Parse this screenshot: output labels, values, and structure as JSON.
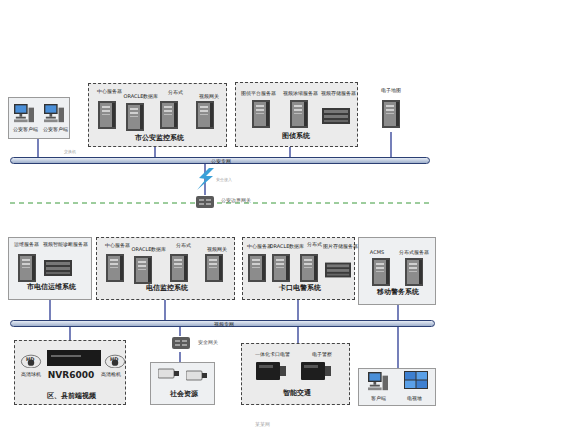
{
  "diagram": {
    "nodes": [
      {
        "text": [
          "公安客户端",
          "公安客户端"
        ]
      },
      {
        "text": [
          "中心服务器",
          "ORACLE数据库",
          "分布式",
          "视频网关",
          "市公安监控系统"
        ]
      },
      {
        "text": [
          "图侦平台服务器",
          "视频浓缩服务器",
          "视频存储服务器",
          "图侦系统"
        ]
      },
      {
        "text": [
          "电子地图"
        ]
      },
      {
        "text": [
          "公安专网"
        ]
      },
      {
        "text": [
          "公安边界网关"
        ]
      },
      {
        "text": [
          "运维服务器",
          "视频智能诊断服务器",
          "市电信运维系统"
        ]
      },
      {
        "text": [
          "中心服务器",
          "ORACLE数据库",
          "分布式",
          "视频网关",
          "电信监控系统"
        ]
      },
      {
        "text": [
          "中心服务器",
          "ORACLE数据库",
          "分布式",
          "图片存储服务器",
          "卡口电警系统"
        ]
      },
      {
        "text": [
          "ACMS",
          "分布式服务器",
          "移动警务系统"
        ]
      },
      {
        "text": [
          "视频专网"
        ]
      },
      {
        "text": [
          "高清球机",
          "NVR6000",
          "高清枪机",
          "区、县前端视频"
        ]
      },
      {
        "text": [
          "安全网关"
        ]
      },
      {
        "text": [
          "社会资源"
        ]
      },
      {
        "text": [
          "一体化卡口电警",
          "电子警察",
          "智能交通"
        ]
      },
      {
        "text": [
          "客户端",
          "电视墙"
        ]
      }
    ],
    "edges": [
      {
        "from": 0,
        "to": 4,
        "arrow": "none"
      },
      {
        "from": 1,
        "to": 4,
        "arrow": "none"
      },
      {
        "from": 2,
        "to": 4,
        "arrow": "none"
      },
      {
        "from": 3,
        "to": 4,
        "arrow": "none"
      },
      {
        "from": 4,
        "to": 5,
        "arrow": "none"
      },
      {
        "from": 6,
        "to": 10,
        "arrow": "none"
      },
      {
        "from": 7,
        "to": 10,
        "arrow": "none"
      },
      {
        "from": 8,
        "to": 10,
        "arrow": "none"
      },
      {
        "from": 9,
        "to": 10,
        "arrow": "none"
      },
      {
        "from": 10,
        "to": 11,
        "arrow": "none"
      },
      {
        "from": 10,
        "to": 12,
        "arrow": "none"
      },
      {
        "from": 12,
        "to": 13,
        "arrow": "none"
      },
      {
        "from": 10,
        "to": 14,
        "arrow": "none"
      },
      {
        "from": 10,
        "to": 15,
        "arrow": "none"
      }
    ],
    "labels": [
      "HD",
      "HD",
      "交换机",
      "安全接入",
      "某某网"
    ]
  }
}
